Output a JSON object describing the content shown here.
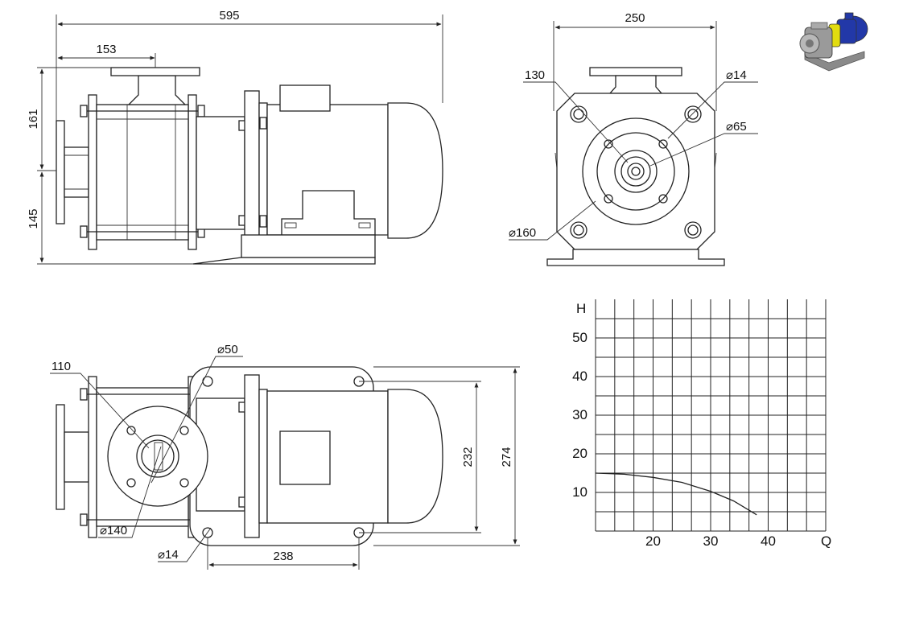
{
  "drawing": {
    "side_view": {
      "dims": {
        "overall_length": "595",
        "inlet_offset": "153",
        "top_height": "161",
        "bottom_height": "145"
      }
    },
    "front_view": {
      "dims": {
        "width": "250",
        "bolt_spacing": "130",
        "hole_dia": "⌀14",
        "inner_dia": "⌀65",
        "flange_dia": "⌀160"
      }
    },
    "top_view": {
      "dims": {
        "bolt_spacing": "110",
        "bore_dia": "⌀50",
        "flange_dia": "⌀140",
        "hole_dia": "⌀14",
        "base_length": "238",
        "inner_width": "232",
        "overall_width": "274"
      }
    },
    "thumbnail": {
      "icon": "pump-3d-icon",
      "colors": {
        "motor": "#2238a8",
        "coupling": "#e2dc10",
        "body": "#9a9a9a"
      }
    }
  },
  "chart_data": {
    "type": "line",
    "xlabel": "Q",
    "ylabel": "H",
    "xlim": [
      10,
      50
    ],
    "ylim": [
      0,
      60
    ],
    "xticks": [
      "20",
      "30",
      "40"
    ],
    "yticks": [
      "10",
      "20",
      "30",
      "40",
      "50"
    ],
    "grid": true,
    "series": [
      {
        "x": [
          10,
          15,
          20,
          25,
          30,
          34,
          38
        ],
        "y": [
          15,
          14.7,
          13.9,
          12.6,
          10.3,
          7.8,
          4.2
        ]
      }
    ]
  }
}
